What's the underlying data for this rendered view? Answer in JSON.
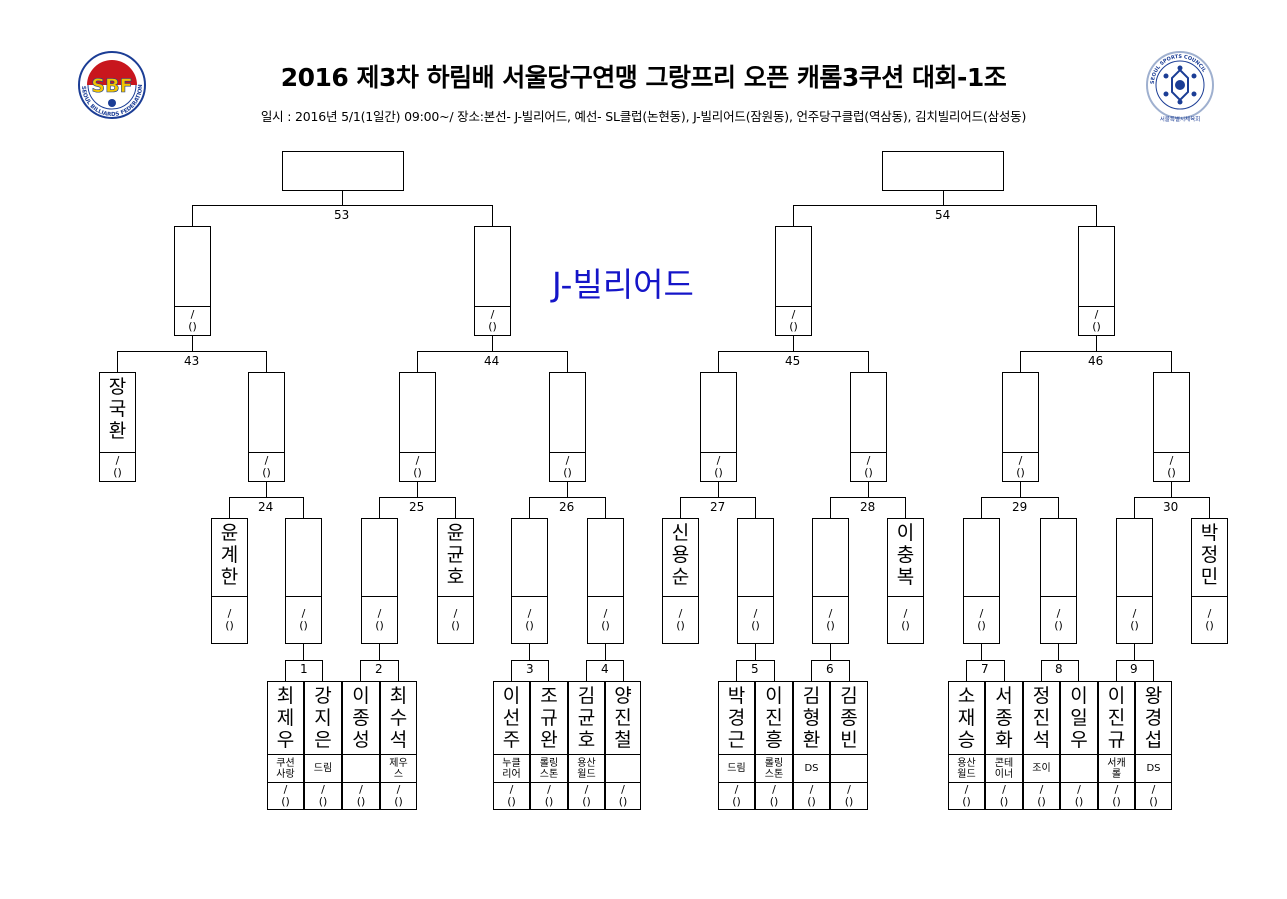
{
  "header": {
    "title": "2016 제3차 하림배 서울당구연맹 그랑프리 오픈 캐롬3쿠션 대회-1조",
    "subtitle": "일시 : 2016년 5/1(1일간) 09:00~/ 장소:본선- J-빌리어드, 예선- SL클럽(논현동), J-빌리어드(잠원동), 언주당구클럽(역삼동), 김치빌리어드(삼성동)",
    "venue": "J-빌리어드"
  },
  "logos": {
    "left": {
      "icon": "sbf-logo",
      "letters": "SBF",
      "ring_text": "SEOUL BILLIARDS FEDERATION",
      "colors": [
        "#c8161d",
        "#1b3d95",
        "#f2c500"
      ]
    },
    "right": {
      "icon": "seoul-sports-council-logo",
      "ring_text": "SEOUL SPORTS COUNCIL",
      "caption": "서울특별시체육회",
      "color": "#1b3d95"
    }
  },
  "score_placeholder": {
    "line1": "/",
    "line2": "()"
  },
  "matches": {
    "m1": "1",
    "m2": "2",
    "m3": "3",
    "m4": "4",
    "m5": "5",
    "m6": "6",
    "m7": "7",
    "m8": "8",
    "m9": "9",
    "m24": "24",
    "m25": "25",
    "m26": "26",
    "m27": "27",
    "m28": "28",
    "m29": "29",
    "m30": "30",
    "m43": "43",
    "m44": "44",
    "m45": "45",
    "m46": "46",
    "m53": "53",
    "m54": "54"
  },
  "players": {
    "jang_gukhwan": {
      "name": [
        "장",
        "국",
        "환"
      ]
    },
    "yun_gyehan": {
      "name": [
        "윤",
        "계",
        "한"
      ]
    },
    "yun_gyunho": {
      "name": [
        "윤",
        "균",
        "호"
      ]
    },
    "sin_yongsun": {
      "name": [
        "신",
        "용",
        "순"
      ]
    },
    "lee_chungbok": {
      "name": [
        "이",
        "충",
        "복"
      ]
    },
    "park_jeongmin": {
      "name": [
        "박",
        "정",
        "민"
      ]
    },
    "choi_jewoo": {
      "name": [
        "최",
        "제",
        "우"
      ],
      "club": [
        "쿠션",
        "사랑"
      ]
    },
    "kang_jieun": {
      "name": [
        "강",
        "지",
        "은"
      ],
      "club": [
        "드림"
      ]
    },
    "lee_jongseong": {
      "name": [
        "이",
        "종",
        "성"
      ],
      "club": []
    },
    "choi_suseok": {
      "name": [
        "최",
        "수",
        "석"
      ],
      "club": [
        "제우",
        "스"
      ]
    },
    "lee_seonju": {
      "name": [
        "이",
        "선",
        "주"
      ],
      "club": [
        "누클",
        "리어"
      ]
    },
    "jo_gyuwan": {
      "name": [
        "조",
        "규",
        "완"
      ],
      "club": [
        "롤링",
        "스톤"
      ]
    },
    "kim_gyunho": {
      "name": [
        "김",
        "균",
        "호"
      ],
      "club": [
        "용산",
        "윌드"
      ]
    },
    "yang_jincheol": {
      "name": [
        "양",
        "진",
        "철"
      ],
      "club": []
    },
    "park_gyeonggeun": {
      "name": [
        "박",
        "경",
        "근"
      ],
      "club": [
        "드림"
      ]
    },
    "lee_jinheung": {
      "name": [
        "이",
        "진",
        "흥"
      ],
      "club": [
        "롤링",
        "스톤"
      ]
    },
    "kim_hyeonghwan": {
      "name": [
        "김",
        "형",
        "환"
      ],
      "club": [
        "DS"
      ]
    },
    "kim_jongbin": {
      "name": [
        "김",
        "종",
        "빈"
      ],
      "club": []
    },
    "so_jaeseung": {
      "name": [
        "소",
        "재",
        "승"
      ],
      "club": [
        "용산",
        "윌드"
      ]
    },
    "seo_jonghwa": {
      "name": [
        "서",
        "종",
        "화"
      ],
      "club": [
        "콘테",
        "이너"
      ]
    },
    "jeong_jinseok": {
      "name": [
        "정",
        "진",
        "석"
      ],
      "club": [
        "조이"
      ]
    },
    "lee_ilwoo": {
      "name": [
        "이",
        "일",
        "우"
      ],
      "club": []
    },
    "lee_jingyu": {
      "name": [
        "이",
        "진",
        "규"
      ],
      "club": [
        "서캐",
        "롤"
      ]
    },
    "wang_gyeongseop": {
      "name": [
        "왕",
        "경",
        "섭"
      ],
      "club": [
        "DS"
      ]
    }
  }
}
